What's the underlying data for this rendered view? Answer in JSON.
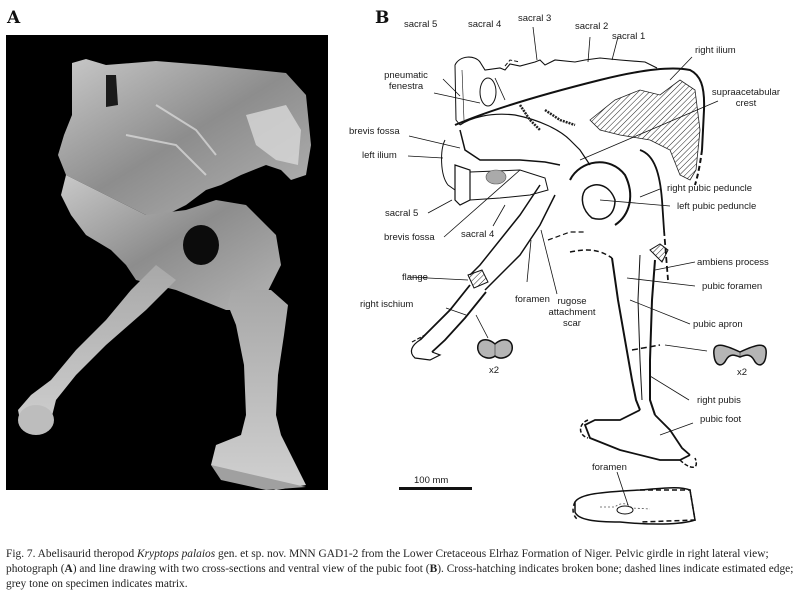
{
  "figure": {
    "panel_a": {
      "letter": "A",
      "content": "photograph of pelvic girdle specimen on black background"
    },
    "panel_b": {
      "letter": "B",
      "labels": {
        "sacral_5_top": "sacral 5",
        "sacral_4_top": "sacral 4",
        "sacral_3": "sacral 3",
        "sacral_2": "sacral 2",
        "sacral_1": "sacral 1",
        "pneumatic_fenestra_1": "pneumatic",
        "pneumatic_fenestra_2": "fenestra",
        "right_ilium": "right ilium",
        "supraacetabular_crest_1": "supraacetabular",
        "supraacetabular_crest_2": "crest",
        "brevis_fossa_top": "brevis fossa",
        "left_ilium": "left ilium",
        "right_pubic_peduncle": "right pubic peduncle",
        "left_pubic_peduncle": "left pubic peduncle",
        "sacral_5_mid": "sacral 5",
        "brevis_fossa_mid": "brevis fossa",
        "sacral_4_mid": "sacral 4",
        "ambiens_process": "ambiens process",
        "flange": "flange",
        "pubic_foramen": "pubic foramen",
        "foramen_mid": "foramen",
        "rugose_1": "rugose",
        "rugose_2": "attachment",
        "rugose_3": "scar",
        "right_ischium": "right ischium",
        "pubic_apron": "pubic apron",
        "x2_left": "x2",
        "x2_right": "x2",
        "right_pubis": "right pubis",
        "pubic_foot": "pubic foot",
        "foramen_bottom": "foramen",
        "scale_bar": "100 mm"
      }
    },
    "caption": {
      "prefix": "Fig. 7. Abelisaurid theropod ",
      "taxon": "Kryptops palaios",
      "part1": " gen. et sp. nov. MNN GAD1-2 from the Lower Cretaceous Elrhaz Formation of Niger. Pelvic girdle in right lateral view; photograph (",
      "ref_a": "A",
      "part2": ") and line drawing with two cross-sections and ventral view of the pubic foot (",
      "ref_b": "B",
      "part3": "). Cross-hatching indicates broken bone; dashed lines indicate estimated edge; grey tone on specimen indicates matrix."
    }
  }
}
